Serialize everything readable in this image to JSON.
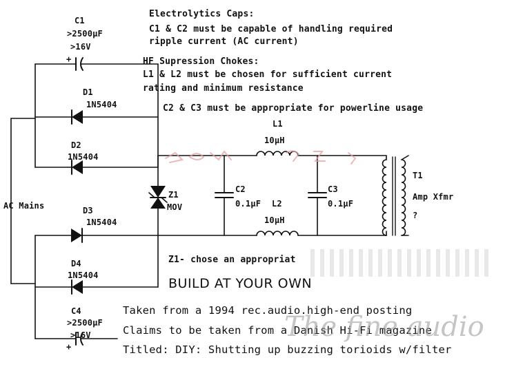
{
  "notes": {
    "electrolytic_title": "Electrolytics Caps:",
    "electrolytic_line1": "C1 & C2 must be capable of handling required",
    "electrolytic_line2": "ripple current (AC current)",
    "choke_title": "HF Supression Chokes:",
    "choke_line1": "L1 & L2 must be chosen for sufficient current",
    "choke_line2": "rating and minimum resistance",
    "powerline_note": "C2 & C3 must be appropriate for powerline usage",
    "mov_note": "Z1- chose an appropriat"
  },
  "components": {
    "c1": {
      "ref": "C1",
      "value": ">2500µF",
      "voltage": ">16V"
    },
    "d1": {
      "ref": "D1",
      "part": "1N5404"
    },
    "d2": {
      "ref": "D2",
      "part": "1N5404"
    },
    "d3": {
      "ref": "D3",
      "part": "1N5404"
    },
    "d4": {
      "ref": "D4",
      "part": "1N5404"
    },
    "c4": {
      "ref": "C4",
      "value": ">2500µF",
      "voltage": ">16V"
    },
    "l1": {
      "ref": "L1",
      "value": "10µH"
    },
    "l2": {
      "ref": "L2",
      "value": "10µH"
    },
    "c2": {
      "ref": "C2",
      "value": "0.1µF"
    },
    "c3": {
      "ref": "C3",
      "value": "0.1µF"
    },
    "z1": {
      "ref": "Z1",
      "type": "MOV"
    },
    "t1": {
      "ref": "T1",
      "desc": "Amp Xfmr",
      "unknown": "?"
    },
    "ac": {
      "label": "AC Mains"
    },
    "plus": "+"
  },
  "footer": {
    "build": "BUILD AT YOUR OWN",
    "line1": "Taken from a 1994 rec.audio.high-end posting",
    "line2": "Claims to be taken from a Danish Hi-Fi magazine",
    "line3": "Titled: DIY: Shutting up buzzing torioids w/filter"
  },
  "watermark": {
    "text": "The fine audio"
  },
  "colors": {
    "ink": "#111111",
    "background": "#ffffff",
    "watermark": "#c8c8c8",
    "watermark_red": "#e6a0a0"
  }
}
